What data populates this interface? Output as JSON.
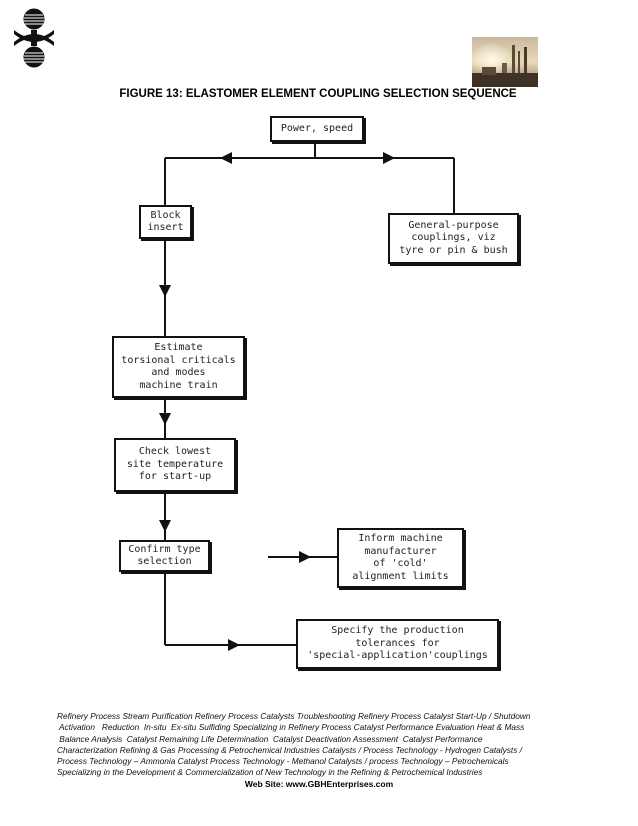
{
  "title": "FIGURE 13: ELASTOMER ELEMENT COUPLING SELECTION SEQUENCE",
  "flowchart": {
    "power_speed": "Power, speed",
    "block_insert": "Block\ninsert",
    "general_purpose": "General-purpose\ncouplings, viz\ntyre or pin & bush",
    "estimate": "Estimate\ntorsional criticals\nand modes\nmachine train",
    "check_temp": "Check lowest\nsite temperature\nfor start-up",
    "confirm": "Confirm type\nselection",
    "inform": "Inform machine\nmanufacturer\nof 'cold'\nalignment limits",
    "specify": "Specify the production\ntolerances for\n'special-application'couplings"
  },
  "footer": {
    "lines": [
      "Refinery Process Stream Purification Refinery Process Catalysts Troubleshooting Refinery Process Catalyst Start-Up / Shutdown",
      " Activation   Reduction  In-situ  Ex-situ Sulfiding Specializing in Refinery Process Catalyst Performance Evaluation Heat & Mass",
      " Balance Analysis  Catalyst Remaining Life Determination  Catalyst Deactivation Assessment  Catalyst Performance",
      "Characterization  Refining  & Gas Processing &  Petrochemical Industries  Catalysts / Process Technology - Hydrogen  Catalysts /",
      "Process Technology – Ammonia  Catalyst Process Technology - Methanol  Catalysts / process Technology – Petrochemicals",
      "Specializing in the Development  & Commercialization of New Technology in the Refining &   Petrochemical Industries"
    ],
    "website": "Web Site: www.GBHEnterprises.com"
  },
  "icons": {
    "logo": "gbh-logo-icon",
    "photo": "refinery-photo"
  }
}
